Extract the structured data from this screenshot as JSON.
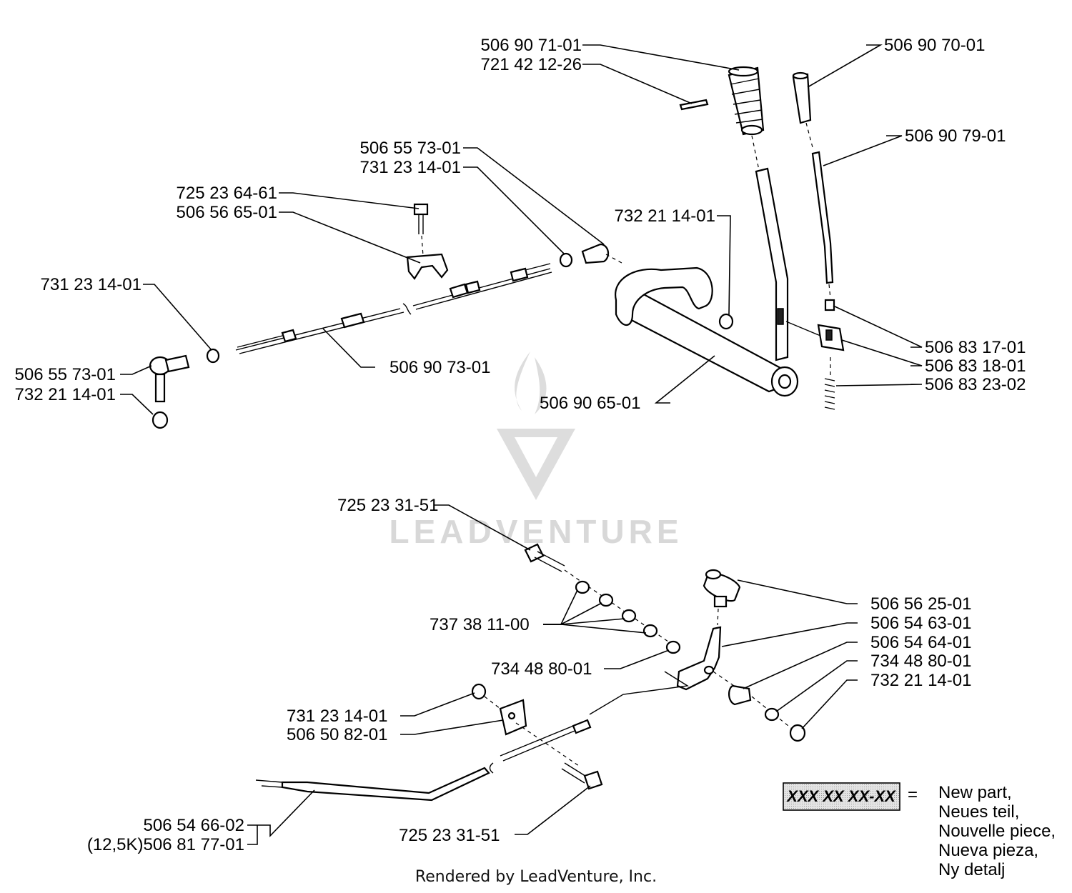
{
  "labels": [
    {
      "id": "l1",
      "text": "506 90 71-01"
    },
    {
      "id": "l2",
      "text": "721 42 12-26"
    },
    {
      "id": "l3",
      "text": "506 90 70-01"
    },
    {
      "id": "l4",
      "text": "506 90 79-01"
    },
    {
      "id": "l5",
      "text": "506 55 73-01"
    },
    {
      "id": "l6",
      "text": "731 23 14-01"
    },
    {
      "id": "l7",
      "text": "725 23 64-61"
    },
    {
      "id": "l8",
      "text": "506 56 65-01"
    },
    {
      "id": "l9",
      "text": "732 21 14-01"
    },
    {
      "id": "l10",
      "text": "731 23 14-01"
    },
    {
      "id": "l11",
      "text": "506 83 17-01"
    },
    {
      "id": "l12",
      "text": "506 83 18-01"
    },
    {
      "id": "l13",
      "text": "506 55 73-01"
    },
    {
      "id": "l14",
      "text": "506 90 73-01"
    },
    {
      "id": "l15",
      "text": "506 83 23-02"
    },
    {
      "id": "l16",
      "text": "732 21 14-01"
    },
    {
      "id": "l17",
      "text": "506 90 65-01"
    },
    {
      "id": "l18",
      "text": "725 23 31-51"
    },
    {
      "id": "l19",
      "text": "506 56 25-01"
    },
    {
      "id": "l20",
      "text": "506 54 63-01"
    },
    {
      "id": "l21",
      "text": "737 38 11-00"
    },
    {
      "id": "l22",
      "text": "506 54 64-01"
    },
    {
      "id": "l23",
      "text": "734 48 80-01"
    },
    {
      "id": "l24",
      "text": "734 48 80-01"
    },
    {
      "id": "l25",
      "text": "732 21 14-01"
    },
    {
      "id": "l26",
      "text": "731 23 14-01"
    },
    {
      "id": "l27",
      "text": "506 50 82-01"
    },
    {
      "id": "l28",
      "text": "506 54 66-02"
    },
    {
      "id": "l29",
      "text": "(12,5K)506 81 77-01"
    },
    {
      "id": "l30",
      "text": "725 23 31-51"
    }
  ],
  "legend": {
    "sample": "XXX XX XX-XX",
    "equals": "=",
    "lines": [
      "New part,",
      "Neues teil,",
      "Nouvelle piece,",
      "Nueva pieza,",
      "Ny detalj"
    ]
  },
  "watermark": "LEADVENTURE",
  "footer": "Rendered by LeadVenture, Inc."
}
